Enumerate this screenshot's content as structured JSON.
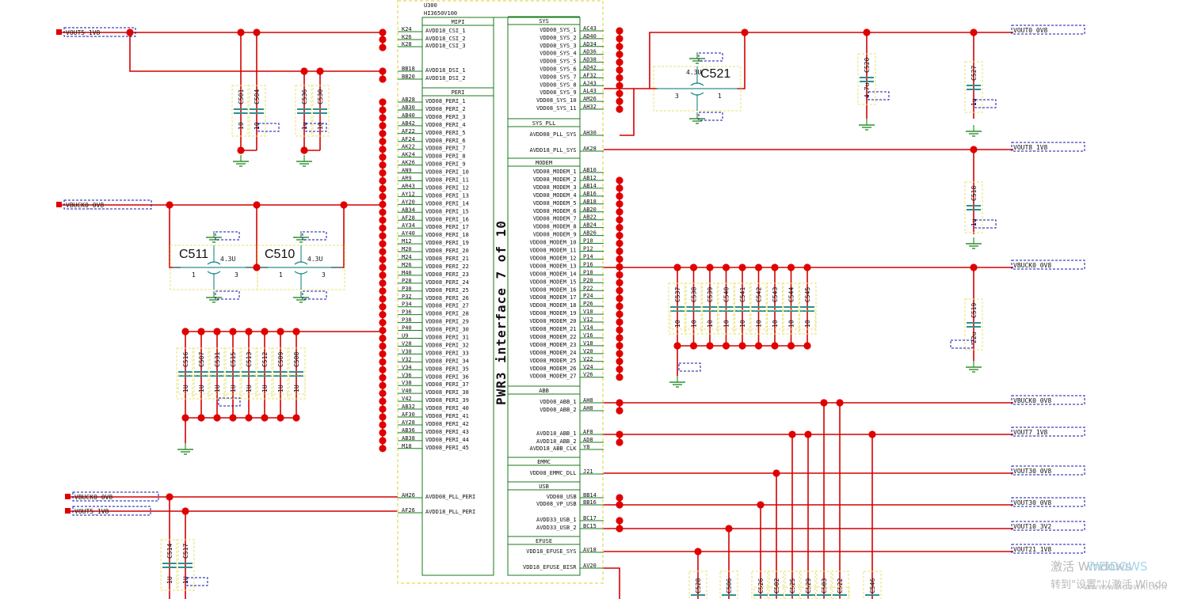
{
  "chip": {
    "ref": "U300",
    "part": "HI3650V100",
    "title": "PWR3 interface 7 of 10",
    "left_sections": [
      {
        "name": "MIPI",
        "pins": [
          {
            "pad": "K24",
            "name": "AVDD18_CSI_1"
          },
          {
            "pad": "K26",
            "name": "AVDD18_CSI_2"
          },
          {
            "pad": "K28",
            "name": "AVDD18_CSI_3"
          },
          {
            "pad": "BB18",
            "name": "AVDD18_DSI_1"
          },
          {
            "pad": "BB20",
            "name": "AVDD18_DSI_2"
          }
        ]
      },
      {
        "name": "PERI",
        "pins": [
          {
            "pad": "AB28",
            "name": "VDD08_PERI_1"
          },
          {
            "pad": "AB30",
            "name": "VDD08_PERI_2"
          },
          {
            "pad": "AB40",
            "name": "VDD08_PERI_3"
          },
          {
            "pad": "AB42",
            "name": "VDD08_PERI_4"
          },
          {
            "pad": "AF22",
            "name": "VDD08_PERI_5"
          },
          {
            "pad": "AF24",
            "name": "VDD08_PERI_6"
          },
          {
            "pad": "AK22",
            "name": "VDD08_PERI_7"
          },
          {
            "pad": "AK24",
            "name": "VDD08_PERI_8"
          },
          {
            "pad": "AK26",
            "name": "VDD08_PERI_9"
          },
          {
            "pad": "AN9",
            "name": "VDD08_PERI_10"
          },
          {
            "pad": "AR9",
            "name": "VDD08_PERI_11"
          },
          {
            "pad": "AR43",
            "name": "VDD08_PERI_12"
          },
          {
            "pad": "AY12",
            "name": "VDD08_PERI_13"
          },
          {
            "pad": "AY20",
            "name": "VDD08_PERI_14"
          },
          {
            "pad": "AB34",
            "name": "VDD08_PERI_15"
          },
          {
            "pad": "AF28",
            "name": "VDD08_PERI_16"
          },
          {
            "pad": "AY34",
            "name": "VDD08_PERI_17"
          },
          {
            "pad": "AY40",
            "name": "VDD08_PERI_18"
          },
          {
            "pad": "M12",
            "name": "VDD08_PERI_19"
          },
          {
            "pad": "M20",
            "name": "VDD08_PERI_20"
          },
          {
            "pad": "M24",
            "name": "VDD08_PERI_21"
          },
          {
            "pad": "M26",
            "name": "VDD08_PERI_22"
          },
          {
            "pad": "M40",
            "name": "VDD08_PERI_23"
          },
          {
            "pad": "P28",
            "name": "VDD08_PERI_24"
          },
          {
            "pad": "P30",
            "name": "VDD08_PERI_25"
          },
          {
            "pad": "P32",
            "name": "VDD08_PERI_26"
          },
          {
            "pad": "P34",
            "name": "VDD08_PERI_27"
          },
          {
            "pad": "P36",
            "name": "VDD08_PERI_28"
          },
          {
            "pad": "P38",
            "name": "VDD08_PERI_29"
          },
          {
            "pad": "P40",
            "name": "VDD08_PERI_30"
          },
          {
            "pad": "U9",
            "name": "VDD08_PERI_31"
          },
          {
            "pad": "V28",
            "name": "VDD08_PERI_32"
          },
          {
            "pad": "V30",
            "name": "VDD08_PERI_33"
          },
          {
            "pad": "V32",
            "name": "VDD08_PERI_34"
          },
          {
            "pad": "V34",
            "name": "VDD08_PERI_35"
          },
          {
            "pad": "V36",
            "name": "VDD08_PERI_36"
          },
          {
            "pad": "V38",
            "name": "VDD08_PERI_37"
          },
          {
            "pad": "V40",
            "name": "VDD08_PERI_38"
          },
          {
            "pad": "V42",
            "name": "VDD08_PERI_39"
          },
          {
            "pad": "AB32",
            "name": "VDD08_PERI_40"
          },
          {
            "pad": "AF30",
            "name": "VDD08_PERI_41"
          },
          {
            "pad": "AY28",
            "name": "VDD08_PERI_42"
          },
          {
            "pad": "AB36",
            "name": "VDD08_PERI_43"
          },
          {
            "pad": "AB38",
            "name": "VDD08_PERI_44"
          },
          {
            "pad": "M18",
            "name": "VDD08_PERI_45"
          },
          {
            "pad": "AH26",
            "name": "AVDD08_PLL_PERI"
          },
          {
            "pad": "AF26",
            "name": "AVDD18_PLL_PERI"
          }
        ]
      }
    ],
    "right_sections": [
      {
        "name": "SYS",
        "pins": [
          {
            "pad": "AC43",
            "name": "VDD08_SYS_1"
          },
          {
            "pad": "AD40",
            "name": "VDD08_SYS_2"
          },
          {
            "pad": "AD34",
            "name": "VDD08_SYS_3"
          },
          {
            "pad": "AD36",
            "name": "VDD08_SYS_4"
          },
          {
            "pad": "AD38",
            "name": "VDD08_SYS_5"
          },
          {
            "pad": "AD42",
            "name": "VDD08_SYS_6"
          },
          {
            "pad": "AF32",
            "name": "VDD08_SYS_7"
          },
          {
            "pad": "AJ43",
            "name": "VDD08_SYS_8"
          },
          {
            "pad": "AL43",
            "name": "VDD08_SYS_9"
          },
          {
            "pad": "AM26",
            "name": "VDD08_SYS_10"
          },
          {
            "pad": "AH32",
            "name": "VDD08_SYS_11"
          }
        ]
      },
      {
        "name": "SYS_PLL",
        "pins": [
          {
            "pad": "AH30",
            "name": "AVDD08_PLL_SYS"
          },
          {
            "pad": "AK28",
            "name": "AVDD18_PLL_SYS"
          }
        ]
      },
      {
        "name": "MODEM",
        "pins": [
          {
            "pad": "AB10",
            "name": "VDD08_MODEM_1"
          },
          {
            "pad": "AB12",
            "name": "VDD08_MODEM_2"
          },
          {
            "pad": "AB14",
            "name": "VDD08_MODEM_3"
          },
          {
            "pad": "AB16",
            "name": "VDD08_MODEM_4"
          },
          {
            "pad": "AB18",
            "name": "VDD08_MODEM_5"
          },
          {
            "pad": "AB20",
            "name": "VDD08_MODEM_6"
          },
          {
            "pad": "AB22",
            "name": "VDD08_MODEM_7"
          },
          {
            "pad": "AB24",
            "name": "VDD08_MODEM_8"
          },
          {
            "pad": "AB26",
            "name": "VDD08_MODEM_9"
          },
          {
            "pad": "P10",
            "name": "VDD08_MODEM_10"
          },
          {
            "pad": "P12",
            "name": "VDD08_MODEM_11"
          },
          {
            "pad": "P14",
            "name": "VDD08_MODEM_12"
          },
          {
            "pad": "P16",
            "name": "VDD08_MODEM_13"
          },
          {
            "pad": "P18",
            "name": "VDD08_MODEM_14"
          },
          {
            "pad": "P20",
            "name": "VDD08_MODEM_15"
          },
          {
            "pad": "P22",
            "name": "VDD08_MODEM_16"
          },
          {
            "pad": "P24",
            "name": "VDD08_MODEM_17"
          },
          {
            "pad": "P26",
            "name": "VDD08_MODEM_18"
          },
          {
            "pad": "V10",
            "name": "VDD08_MODEM_19"
          },
          {
            "pad": "V12",
            "name": "VDD08_MODEM_20"
          },
          {
            "pad": "V14",
            "name": "VDD08_MODEM_21"
          },
          {
            "pad": "V16",
            "name": "VDD08_MODEM_22"
          },
          {
            "pad": "V18",
            "name": "VDD08_MODEM_23"
          },
          {
            "pad": "V20",
            "name": "VDD08_MODEM_24"
          },
          {
            "pad": "V22",
            "name": "VDD08_MODEM_25"
          },
          {
            "pad": "V24",
            "name": "VDD08_MODEM_26"
          },
          {
            "pad": "V26",
            "name": "VDD08_MODEM_27"
          }
        ]
      },
      {
        "name": "ABB",
        "pins": [
          {
            "pad": "AH8",
            "name": "VDD08_ABB_1"
          },
          {
            "pad": "AH8",
            "name": "VDD08_ABB_2"
          },
          {
            "pad": "AF8",
            "name": "AVDD18_ABB_1"
          },
          {
            "pad": "AD8",
            "name": "AVDD18_ABB_2"
          },
          {
            "pad": "Y8",
            "name": "AVDD18_ABB_CLK"
          }
        ]
      },
      {
        "name": "EMMC",
        "pins": [
          {
            "pad": "J21",
            "name": "VDD08_EMMC_DLL"
          }
        ]
      },
      {
        "name": "USB",
        "pins": [
          {
            "pad": "BB14",
            "name": "VDD08_USB"
          },
          {
            "pad": "BB16",
            "name": "VDD08_VP_USB"
          },
          {
            "pad": "BC17",
            "name": "AVDD33_USB_1"
          },
          {
            "pad": "BC15",
            "name": "AVDD33_USB_2"
          }
        ]
      },
      {
        "name": "EFUSE",
        "pins": [
          {
            "pad": "AV18",
            "name": "VDD18_EFUSE_SYS"
          },
          {
            "pad": "AV20",
            "name": "VDD18_EFUSE_BISR"
          }
        ]
      }
    ]
  },
  "nets": {
    "vout5_top": "VOUT5_1V8",
    "vbuck0_left": "VBUCK0_0V8",
    "vbuck0_pll": "VBUCK0_0V8",
    "vout5_pll": "VOUT5_1V8",
    "vout0": "VOUT0_0V8",
    "vout8": "VOUT8_1V8",
    "vbuck0_modem": "VBUCK0_0V8",
    "vbuck0_abb": "VBUCK0_0V8",
    "vout7": "VOUT7_1V8",
    "vout30_a": "VOUT30_0V8",
    "vout30_b": "VOUT30_0V8",
    "vout10": "VOUT10_3V2",
    "vout21": "VOUT21_1V8"
  },
  "feedthrough": [
    {
      "ref": "C521",
      "value": "4.3U",
      "pin_a": "3",
      "pin_b": "1"
    },
    {
      "ref": "C511",
      "value": "4.3U",
      "pin_a": "1",
      "pin_b": "3"
    },
    {
      "ref": "C510",
      "value": "4.3U",
      "pin_a": "1",
      "pin_b": "3"
    }
  ],
  "caps": {
    "C501": "10",
    "C504": "10",
    "C536": "1u",
    "C530": "10",
    "C520": "4.7u",
    "C527": "1u",
    "C518": "1u",
    "C519": "22u",
    "C516": "1U",
    "C507": "1U",
    "C531": "1U",
    "C515": "1U",
    "C513": "1U",
    "C512": "1U",
    "C509": "1U",
    "C508": "1U",
    "C537": "10",
    "C538": "10",
    "C539": "10",
    "C540": "10",
    "C541": "10",
    "C542": "10",
    "C543": "10",
    "C544": "10",
    "C545": "10",
    "C514": "1U",
    "C517": "1U",
    "C528": "",
    "C506": "",
    "C526": "",
    "C502": "",
    "C525": "",
    "C529": "",
    "C503": "",
    "C522": "",
    "C546": ""
  },
  "watermark": {
    "line1": "激活 Windows",
    "line1b": "WEIDOWS",
    "line2": "转到\"设置\"以激活 Windo",
    "line2b": "www.weidown.com"
  },
  "colors": {
    "wire": "#d40000",
    "junction": "#e00000",
    "chip_border": "#1a7a1a",
    "dashed_outline": "#e8e070",
    "netlabel_box": "#1010b0",
    "cap_plate": "#2e8f8f",
    "ground": "#2e8f2e"
  }
}
